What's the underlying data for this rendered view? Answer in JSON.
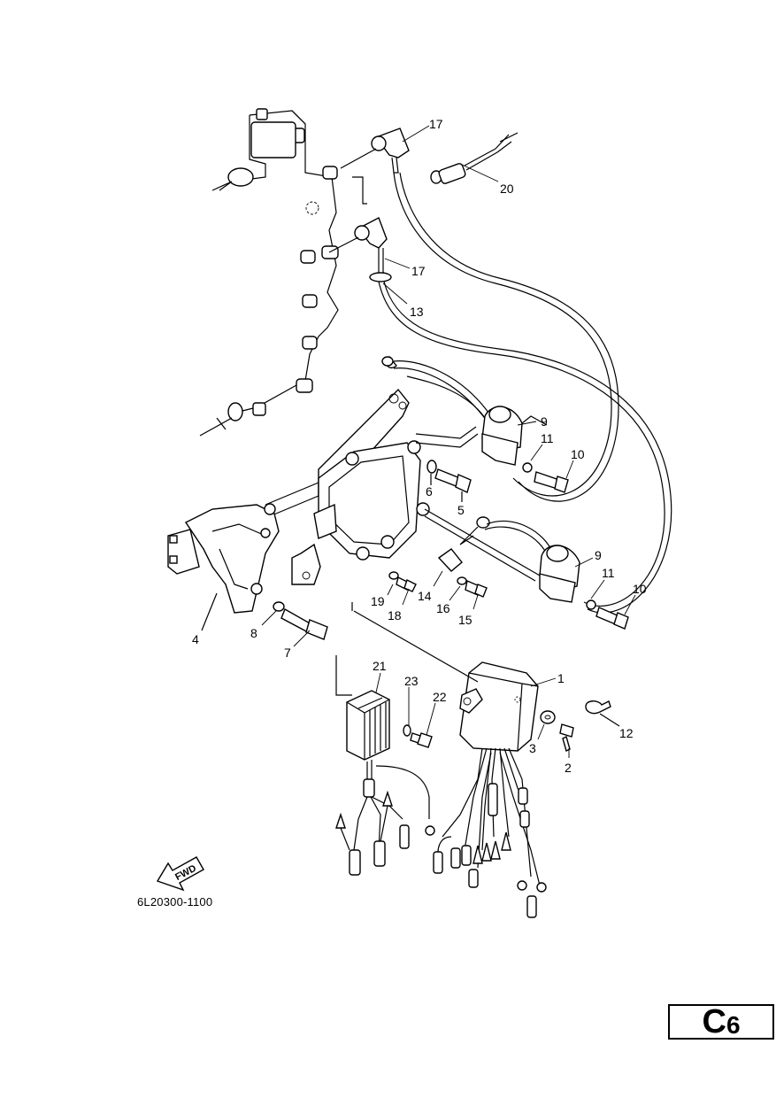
{
  "reference_code": "6L20300-1100",
  "section": {
    "letter": "C",
    "number": "6"
  },
  "fwd_label": "FWD",
  "callouts": [
    {
      "id": "c17a",
      "label": "17"
    },
    {
      "id": "c20",
      "label": "20"
    },
    {
      "id": "c17b",
      "label": "17"
    },
    {
      "id": "c13",
      "label": "13"
    },
    {
      "id": "c9a",
      "label": "9"
    },
    {
      "id": "c11a",
      "label": "11"
    },
    {
      "id": "c10a",
      "label": "10"
    },
    {
      "id": "c6",
      "label": "6"
    },
    {
      "id": "c5",
      "label": "5"
    },
    {
      "id": "c9b",
      "label": "9"
    },
    {
      "id": "c11b",
      "label": "11"
    },
    {
      "id": "c10b",
      "label": "10"
    },
    {
      "id": "c19",
      "label": "19"
    },
    {
      "id": "c18",
      "label": "18"
    },
    {
      "id": "c14",
      "label": "14"
    },
    {
      "id": "c16",
      "label": "16"
    },
    {
      "id": "c15",
      "label": "15"
    },
    {
      "id": "c4",
      "label": "4"
    },
    {
      "id": "c8",
      "label": "8"
    },
    {
      "id": "c7",
      "label": "7"
    },
    {
      "id": "c21",
      "label": "21"
    },
    {
      "id": "c23",
      "label": "23"
    },
    {
      "id": "c22",
      "label": "22"
    },
    {
      "id": "c1",
      "label": "1"
    },
    {
      "id": "c3",
      "label": "3"
    },
    {
      "id": "c2",
      "label": "2"
    },
    {
      "id": "c12",
      "label": "12"
    }
  ]
}
